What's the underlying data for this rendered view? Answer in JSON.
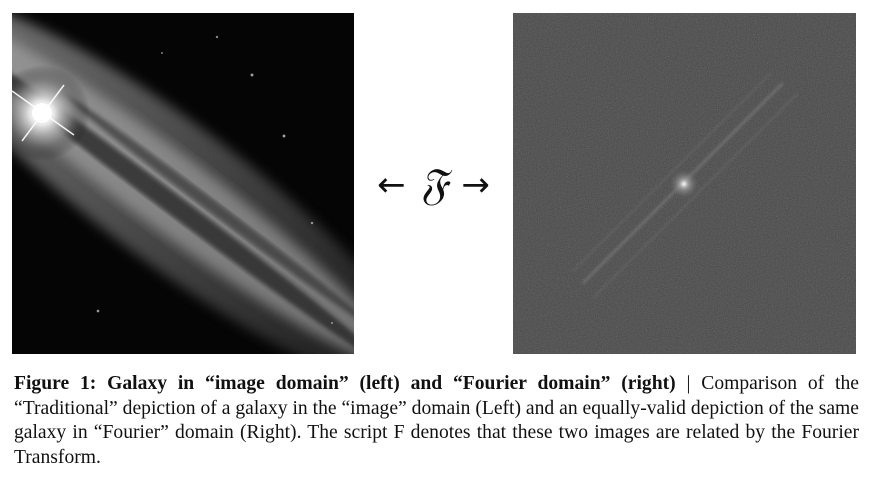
{
  "figure": {
    "transform_symbol": {
      "left_arrow": "←",
      "symbol": "𝔉",
      "right_arrow": "→"
    },
    "caption": {
      "label": "Figure 1: Galaxy in “image domain” (left) and “Fourier domain” (right)",
      "separator": " | ",
      "text": "Comparison of the “Traditional” depiction of a galaxy in the “image” domain (Left) and an equally-valid depiction of the same galaxy in “Fourier” domain (Right). The script F denotes that these two images are related by the Fourier Transform."
    }
  }
}
